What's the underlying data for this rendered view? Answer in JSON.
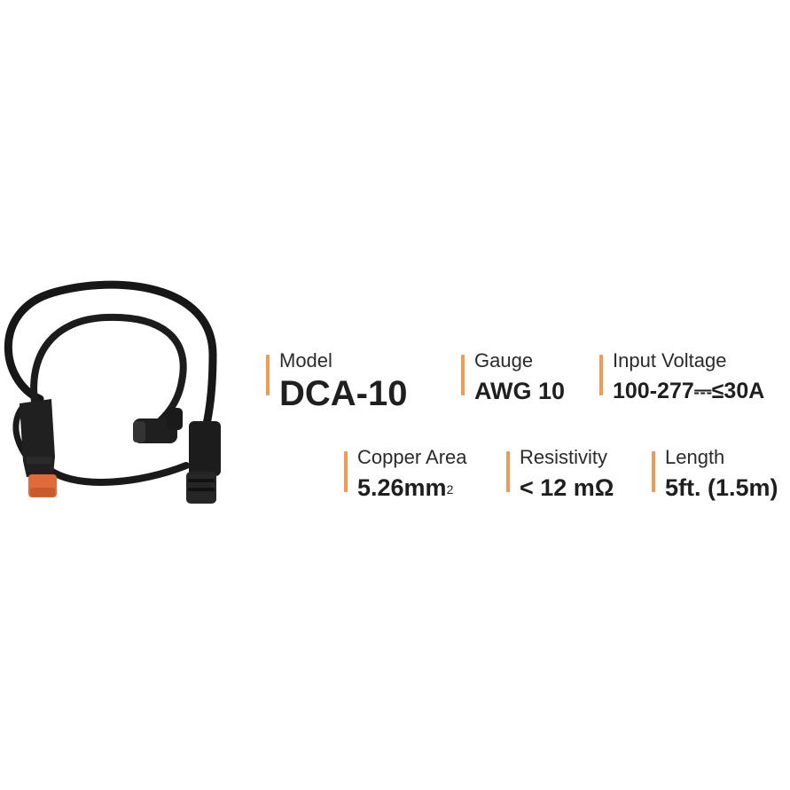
{
  "product": {
    "image": "black-power-cable-icon"
  },
  "colors": {
    "accent": "#f39a4e",
    "text": "#1f1f1f",
    "plug_tip": "#e06a3a",
    "cable": "#171717"
  },
  "specs_row1": [
    {
      "label": "Model",
      "value": "DCA-10"
    },
    {
      "label": "Gauge",
      "value": "AWG 10"
    },
    {
      "label": "Input Voltage",
      "value": "100-277⎓≤30A"
    }
  ],
  "specs_row2": [
    {
      "label": "Copper Area",
      "value": "5.26mm",
      "value_sup": "2"
    },
    {
      "label": "Resistivity",
      "value": "< 12 mΩ"
    },
    {
      "label": "Length",
      "value": "5ft. (1.5m)"
    }
  ]
}
